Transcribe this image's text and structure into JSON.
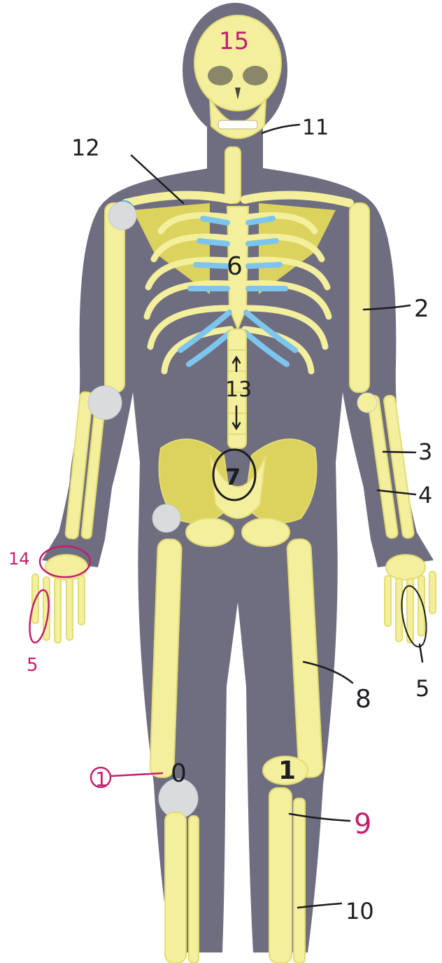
{
  "colors": {
    "background": "#ffffff",
    "silhouette": "#6f6e80",
    "bone": "#f4ef9c",
    "bone_outline": "#e7e07a",
    "bone_shade": "#dcd25e",
    "cartilage": "#7cc6ee",
    "joint": "#d9dbdc",
    "pen_black": "#1c1c22",
    "pen_magenta": "#c21f6e"
  },
  "labels": [
    {
      "id": "l1",
      "text": "15",
      "color": "magenta"
    },
    {
      "id": "l2",
      "text": "11",
      "color": "black"
    },
    {
      "id": "l3",
      "text": "12",
      "color": "black"
    },
    {
      "id": "l4",
      "text": "6",
      "color": "black"
    },
    {
      "id": "l5",
      "text": "2",
      "color": "black"
    },
    {
      "id": "l6",
      "text": "13",
      "color": "black"
    },
    {
      "id": "l7",
      "text": "3",
      "color": "black"
    },
    {
      "id": "l8",
      "text": "4",
      "color": "black"
    },
    {
      "id": "l9",
      "text": "7",
      "color": "black"
    },
    {
      "id": "l10",
      "text": "14",
      "color": "magenta"
    },
    {
      "id": "l11",
      "text": "5",
      "color": "magenta"
    },
    {
      "id": "l12",
      "text": "5",
      "color": "black"
    },
    {
      "id": "l13",
      "text": "8",
      "color": "black"
    },
    {
      "id": "l14",
      "text": "1",
      "color": "magenta"
    },
    {
      "id": "l15",
      "text": "0",
      "color": "black"
    },
    {
      "id": "l16",
      "text": "1",
      "color": "black"
    },
    {
      "id": "l17",
      "text": "9",
      "color": "magenta"
    },
    {
      "id": "l18",
      "text": "10",
      "color": "black"
    }
  ]
}
